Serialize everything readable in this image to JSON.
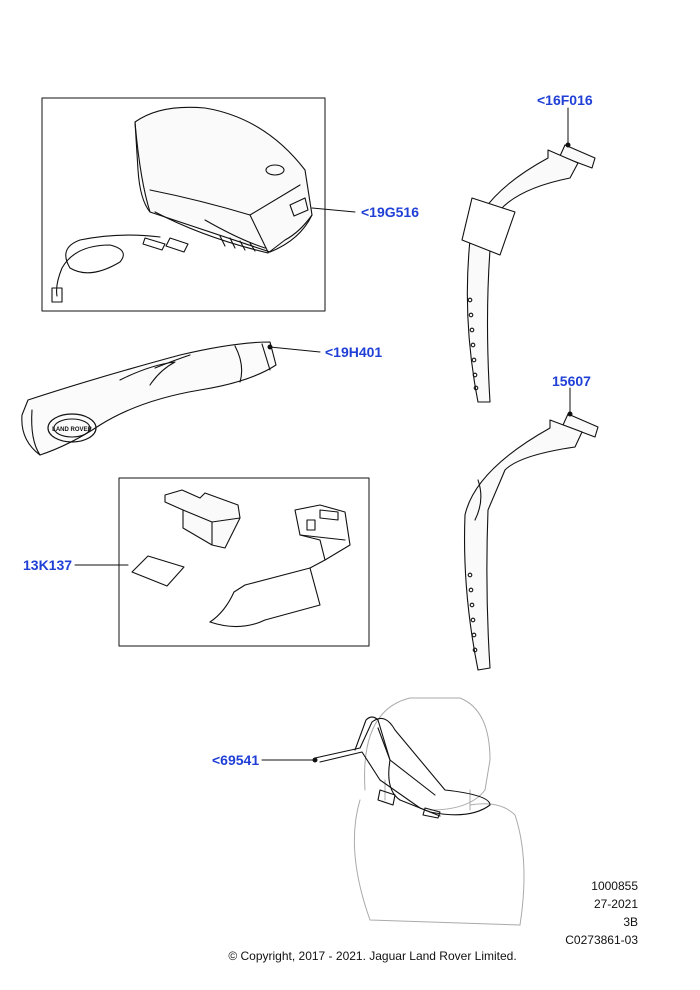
{
  "callouts": {
    "cooler_box": "<19G516",
    "ski_bag": "<19H401",
    "accessory_kit": "13K137",
    "strap_top": "<16F016",
    "strap_bottom": "15607",
    "coat_hanger": "<69541"
  },
  "emblem_text": "LAND ROVER",
  "footer": {
    "code": "1000855",
    "date": "27-2021",
    "rev": "3B",
    "illustration_id": "C0273861-03",
    "copyright": "© Copyright, 2017 - 2021. Jaguar Land Rover Limited."
  },
  "colors": {
    "callout": "#1f3fd6",
    "line": "#111111"
  }
}
